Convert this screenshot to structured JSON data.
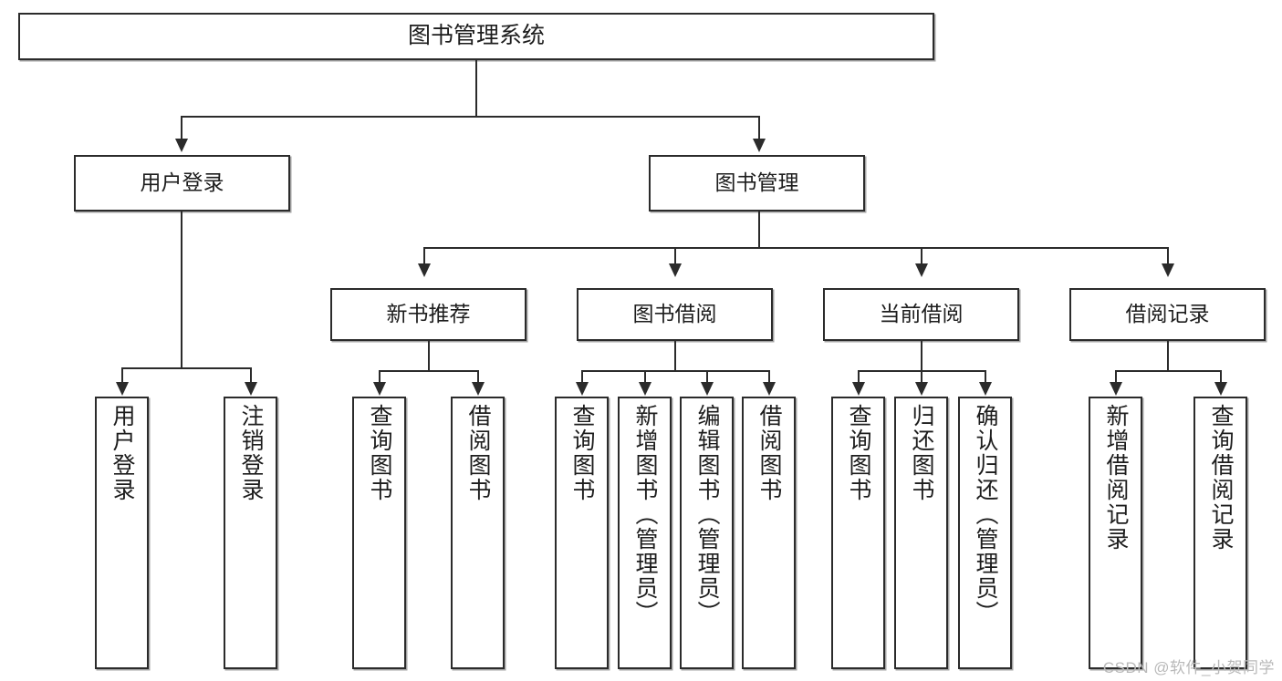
{
  "diagram": {
    "type": "tree",
    "title": "图书管理系统",
    "root": {
      "label": "图书管理系统"
    },
    "level2": [
      {
        "label": "用户登录"
      },
      {
        "label": "图书管理"
      }
    ],
    "level3": [
      {
        "label": "新书推荐"
      },
      {
        "label": "图书借阅"
      },
      {
        "label": "当前借阅"
      },
      {
        "label": "借阅记录"
      }
    ],
    "leaves": {
      "user_login": [
        {
          "label": "用户登录"
        },
        {
          "label": "注销登录"
        }
      ],
      "new_book_recommend": [
        {
          "label": "查询图书"
        },
        {
          "label": "借阅图书"
        }
      ],
      "book_borrow": [
        {
          "label": "查询图书"
        },
        {
          "label": "新增图书（管理员）"
        },
        {
          "label": "编辑图书（管理员）"
        },
        {
          "label": "借阅图书"
        }
      ],
      "current_borrow": [
        {
          "label": "查询图书"
        },
        {
          "label": "归还图书"
        },
        {
          "label": "确认归还（管理员）"
        }
      ],
      "borrow_record": [
        {
          "label": "新增借阅记录"
        },
        {
          "label": "查询借阅记录"
        }
      ]
    }
  },
  "watermark": {
    "text": "CSDN @软件_小贺同学"
  },
  "colors": {
    "stroke": "#2b2b2b",
    "fill": "#ffffff",
    "text": "#1d1d1d",
    "watermark": "#b9b9b9"
  }
}
